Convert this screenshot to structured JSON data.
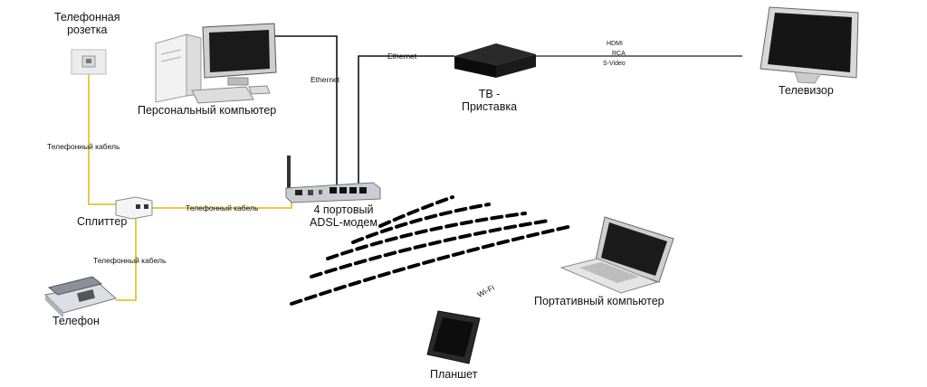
{
  "devices": {
    "phone_socket": "Телефонная\nрозетка",
    "pc": "Персональный компьютер",
    "stb": "ТВ -\nПриставка",
    "tv": "Телевизор",
    "splitter": "Сплиттер",
    "modem": "4 портовый\nADSL-модем",
    "phone": "Телефон",
    "laptop": "Портативный компьютер",
    "tablet": "Планшет"
  },
  "links": {
    "phone_cable_1": "Телефонный кабель",
    "phone_cable_2": "Телефонный кабель",
    "phone_cable_3": "Телефонный кабель",
    "ethernet_pc": "Ethernet",
    "ethernet_stb": "Ethernet",
    "video_hdmi": "HDMI",
    "video_rca": "RCA",
    "video_svideo": "S-Video",
    "wifi": "Wi-Fi"
  },
  "colors": {
    "phone_cable": "#e8c84a",
    "ethernet_cable": "#111111",
    "wifi_waves": "#000000"
  }
}
